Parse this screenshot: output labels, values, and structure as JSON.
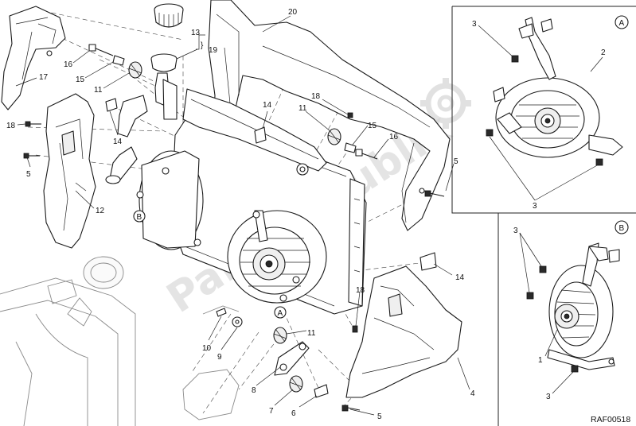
{
  "labels": {
    "l1": "1",
    "l2": "2",
    "l3": "3",
    "l4": "4",
    "l5": "5",
    "l6": "6",
    "l7": "7",
    "l8": "8",
    "l9": "9",
    "l10": "10",
    "l11": "11",
    "l12": "12",
    "l13": "13",
    "l14": "14",
    "l15": "15",
    "l16": "16",
    "l17": "17",
    "l18": "18",
    "l19": "19",
    "l20": "20"
  },
  "views": {
    "a": "A",
    "b": "B"
  },
  "drawing_code": "RAF00518",
  "watermark": "PartsRepublik",
  "colors": {
    "line": "#1a1a1a",
    "ghost": "#8a8a8a",
    "watermark": "#cfcfcf"
  }
}
